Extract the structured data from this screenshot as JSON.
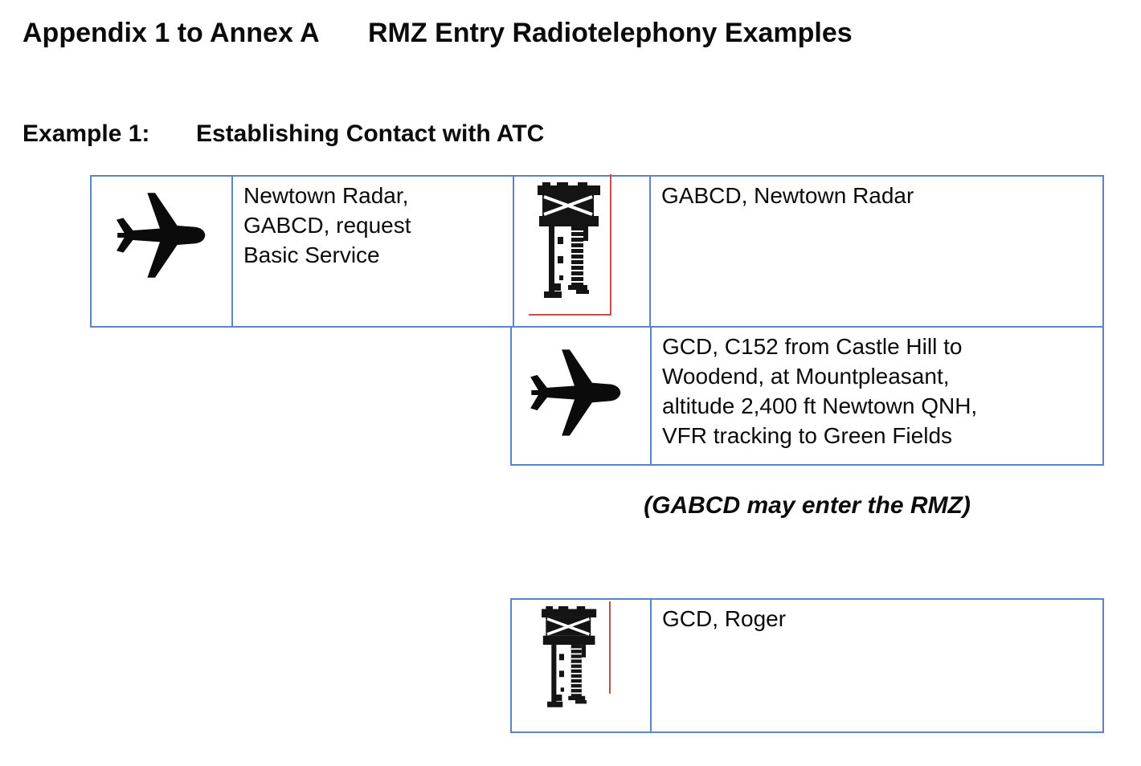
{
  "page": {
    "title_part1": "Appendix 1 to Annex A",
    "title_part2": "RMZ Entry Radiotelephony Examples",
    "example_label": "Example 1:",
    "example_title": "Establishing Contact with ATC",
    "note": "(GABCD may enter the RMZ)"
  },
  "colors": {
    "table_border": "#5b83c6",
    "image_frame_red": "#c0504d",
    "text": "#0b0b0b"
  },
  "icons": {
    "aircraft": "airplane-icon",
    "atc": "control-tower-icon"
  },
  "exchanges": [
    {
      "speaker": "aircraft",
      "text": "Newtown Radar, GABCD, request Basic Service"
    },
    {
      "speaker": "atc",
      "text": "GABCD, Newtown Radar"
    },
    {
      "speaker": "aircraft",
      "text": "GCD, C152 from Castle Hill to Woodend, at Mountpleasant, altitude 2,400 ft Newtown QNH, VFR tracking to Green Fields"
    },
    {
      "speaker": "atc",
      "text": "GCD, Roger"
    }
  ]
}
